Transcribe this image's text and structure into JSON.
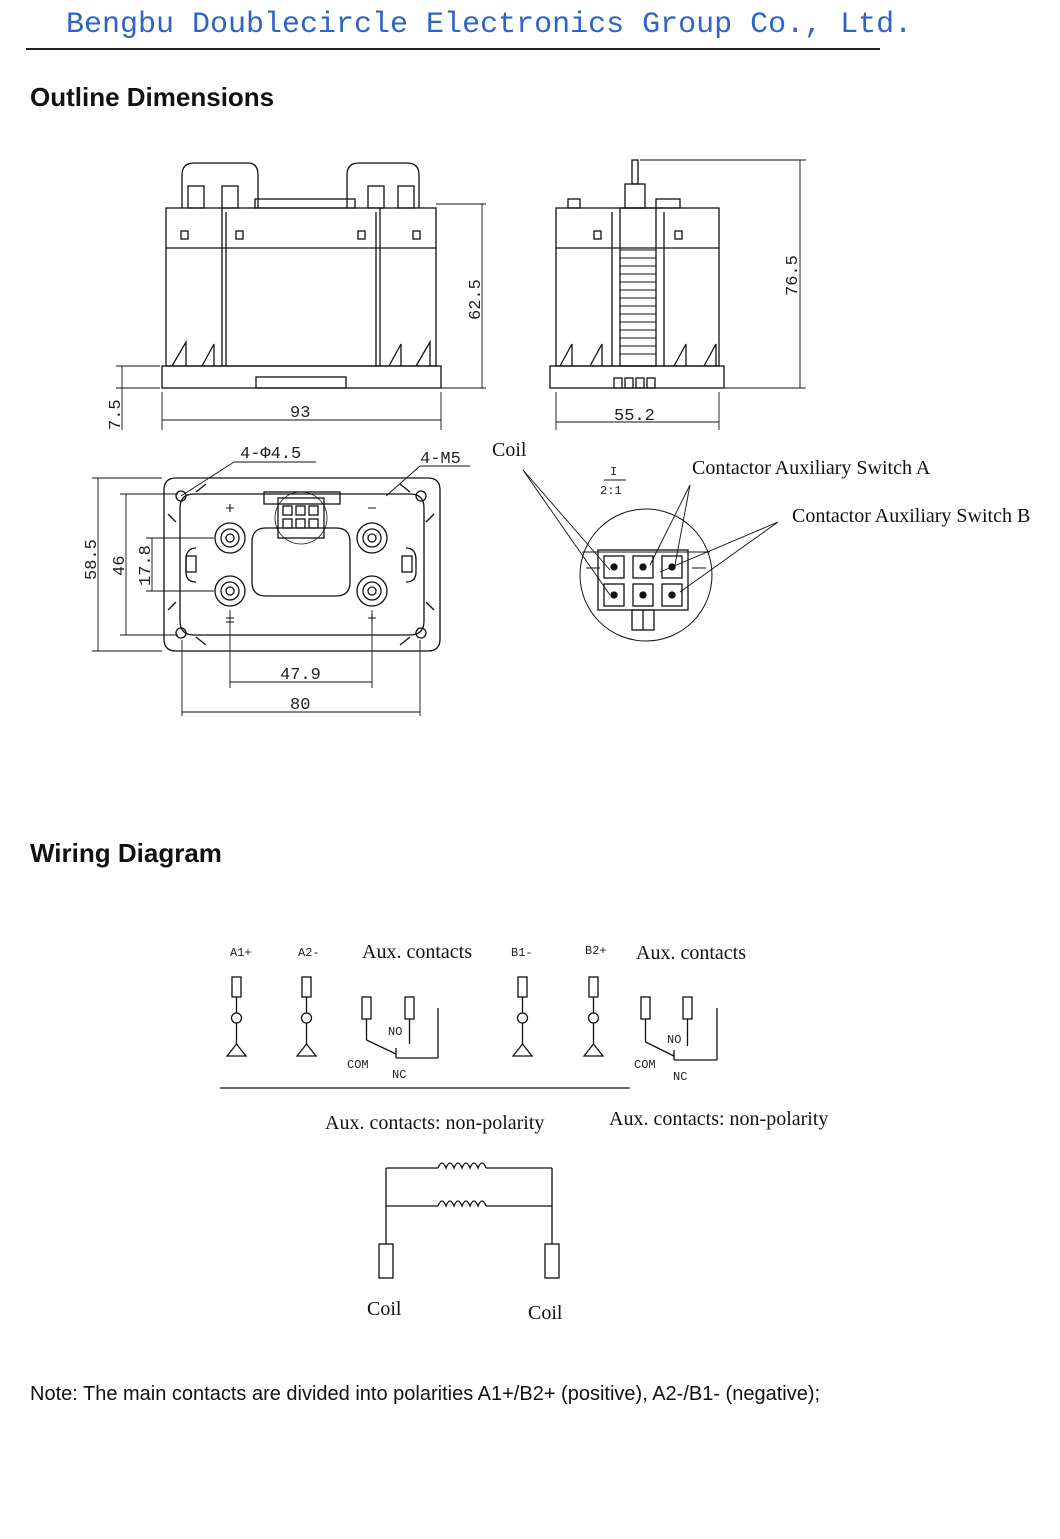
{
  "header": {
    "company": "Bengbu Doublecircle Electronics Group Co., Ltd."
  },
  "sections": {
    "outline_title": "Outline Dimensions",
    "wiring_title": "Wiring Diagram"
  },
  "outline": {
    "dim_height_front": "62.5",
    "dim_base_front": "7.5",
    "dim_width_front": "93",
    "dim_height_side": "76.5",
    "dim_width_side": "55.2",
    "dim_holes": "4-Φ4.5",
    "dim_screws": "4-M5",
    "dim_bottom_height_outer": "58.5",
    "dim_bottom_height_mid": "46",
    "dim_bottom_height_inner": "17.8",
    "dim_bottom_span_inner": "47.9",
    "dim_bottom_span_outer": "80",
    "coil_label": "Coil",
    "aux_switch_a": "Contactor Auxiliary Switch A",
    "aux_switch_b": "Contactor Auxiliary Switch B",
    "scale_top": "I",
    "scale_bottom": "2:1"
  },
  "wiring": {
    "terminals": [
      "A1+",
      "A2-",
      "B1-",
      "B2+"
    ],
    "aux_contacts_left": "Aux. contacts",
    "aux_contacts_right": "Aux. contacts",
    "no": "NO",
    "com": "COM",
    "nc": "NC",
    "aux_nonpolarity_left": "Aux. contacts: non-polarity",
    "aux_nonpolarity_right": "Aux. contacts: non-polarity",
    "coil_left": "Coil",
    "coil_right": "Coil"
  },
  "note": "Note: The main contacts are divided into polarities A1+/B2+ (positive), A2-/B1- (negative);"
}
